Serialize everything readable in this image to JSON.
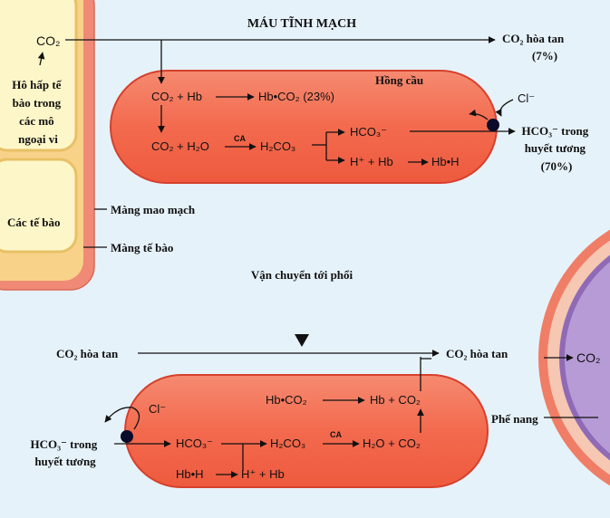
{
  "colors": {
    "background": "#e6f2fa",
    "cell_fill": "#fdf4c6",
    "cell_outer": "#f2cf73",
    "wall": "#f08a76",
    "rbc_fill": "#f26a4e",
    "rbc_border": "#d6402c",
    "alveolus_fill": "#b79bd6",
    "alveolus_ring": "#f5c3ad"
  },
  "top": {
    "title": "MÁU TĨNH MẠCH",
    "tissue_co2": "CO₂",
    "tissue_respiration": [
      "Hô hấp tế",
      "bào trong",
      "các mô",
      "ngoại vi"
    ],
    "cells_label": "Các tế bào",
    "capillary_membrane": "Màng mao mạch",
    "cell_membrane": "Màng tế bào",
    "dissolved_co2": "CO₂ hòa tan",
    "dissolved_pct": "(7%)",
    "rbc_label": "Hồng cầu",
    "rx_co2_hb": "CO₂ + Hb",
    "rx_hbco2": "Hb•CO₂ (23%)",
    "rx_co2_h2o": "CO₂ + H₂O",
    "rx_ca": "CA",
    "rx_h2co3": "H₂CO₃",
    "rx_hco3": "HCO₃⁻",
    "rx_h_hb": "H⁺ + Hb",
    "rx_hbh": "Hb•H",
    "cl": "Cl⁻",
    "plasma_hco3": [
      "HCO₃⁻ trong",
      "huyết tương",
      "(70%)"
    ]
  },
  "transport_label": "Vận chuyển tới phổi",
  "bottom": {
    "dissolved_left": "CO₂ hòa tan",
    "dissolved_right": "CO₂ hòa tan",
    "alveolus_co2": "CO₂",
    "alveolus_label": "Phế nang",
    "rx_hbco2": "Hb•CO₂",
    "rx_hb_co2": "Hb + CO₂",
    "rx_hco3": "HCO₃⁻",
    "rx_h2co3": "H₂CO₃",
    "rx_ca": "CA",
    "rx_h2o_co2": "H₂O + CO₂",
    "rx_hbh": "Hb•H",
    "rx_h_hb": "H⁺ + Hb",
    "cl": "Cl⁻",
    "plasma_hco3": [
      "HCO₃⁻ trong",
      "huyết tương"
    ]
  }
}
